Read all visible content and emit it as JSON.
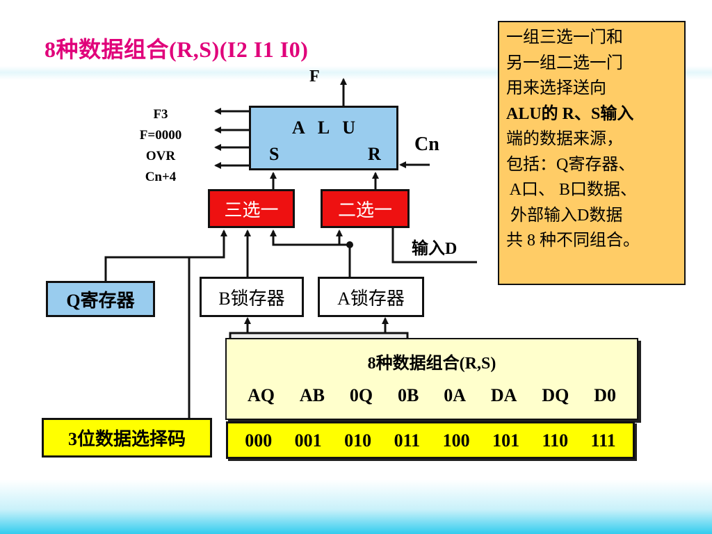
{
  "title": "8种数据组合(R,S)(I2 I1 I0)",
  "note_lines": [
    "一组三选一门和",
    "另一组二选一门",
    "用来选择送向",
    "ALU的 R、S输入",
    "端的数据来源，",
    "包括：Q寄存器、",
    " A口、 B口数据、",
    " 外部输入D数据",
    "共 8 种不同组合。"
  ],
  "alu": {
    "top": "A   L   U",
    "s": "S",
    "r": "R"
  },
  "output_f": "F",
  "cn": "Cn",
  "flags": [
    "F3",
    "F=0000",
    "OVR",
    "Cn+4"
  ],
  "mux3": "三选一",
  "mux2": "二选一",
  "input_d": "输入D",
  "q_register": "Q寄存器",
  "b_latch": "B锁存器",
  "a_latch": "A锁存器",
  "combo_table": {
    "heading": "8种数据组合(R,S)",
    "combos": [
      "AQ",
      "AB",
      "0Q",
      "0B",
      "0A",
      "DA",
      "DQ",
      "D0"
    ]
  },
  "codes": [
    "000",
    "001",
    "010",
    "011",
    "100",
    "101",
    "110",
    "111"
  ],
  "select_code_label": "3位数据选择码",
  "colors": {
    "title": "#e0007a",
    "alu_fill": "#99ccee",
    "mux_fill": "#ee1111",
    "note_fill": "#ffcc66",
    "table_fill": "#ffffcc",
    "code_fill": "#ffff00"
  }
}
